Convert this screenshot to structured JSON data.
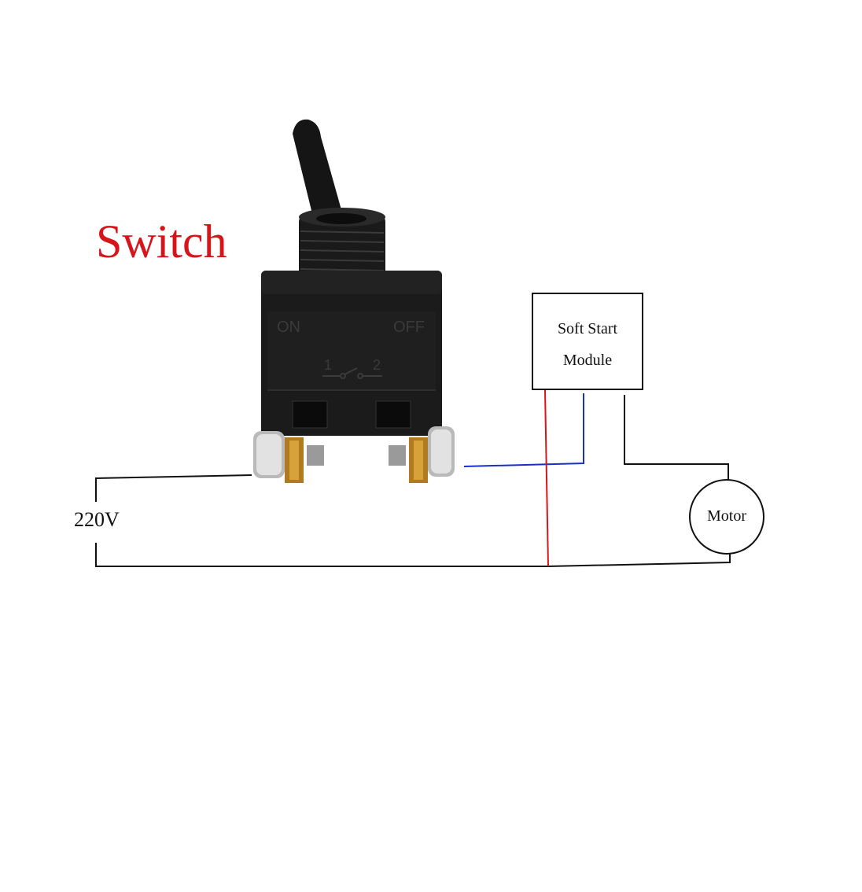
{
  "switch": {
    "title": "Switch",
    "on_label": "ON",
    "off_label": "OFF",
    "terminal_1": "1",
    "terminal_2": "2"
  },
  "supply": {
    "voltage_label": "220V"
  },
  "module": {
    "line1": "Soft Start",
    "line2": "Module"
  },
  "motor": {
    "label": "Motor"
  },
  "colors": {
    "title": "#d8141b",
    "wire_black": "#111111",
    "wire_blue": "#1730c8",
    "wire_red": "#d8141b",
    "switch_body": "#1b1b1b"
  }
}
